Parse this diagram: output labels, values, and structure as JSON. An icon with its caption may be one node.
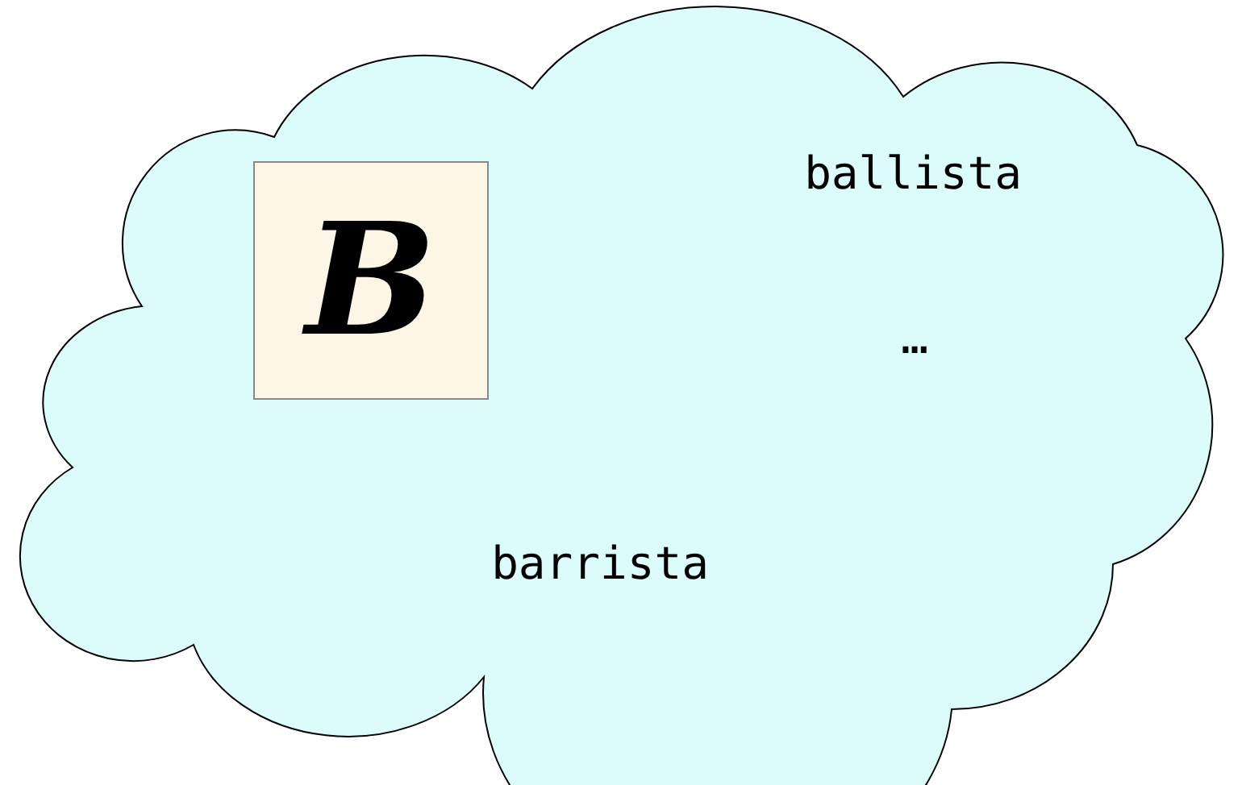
{
  "diagram": {
    "nodes": [
      {
        "text": [
          "ballista",
          "…",
          "barrista"
        ]
      },
      {
        "text": [
          "B"
        ],
        "in": 0
      }
    ]
  }
}
